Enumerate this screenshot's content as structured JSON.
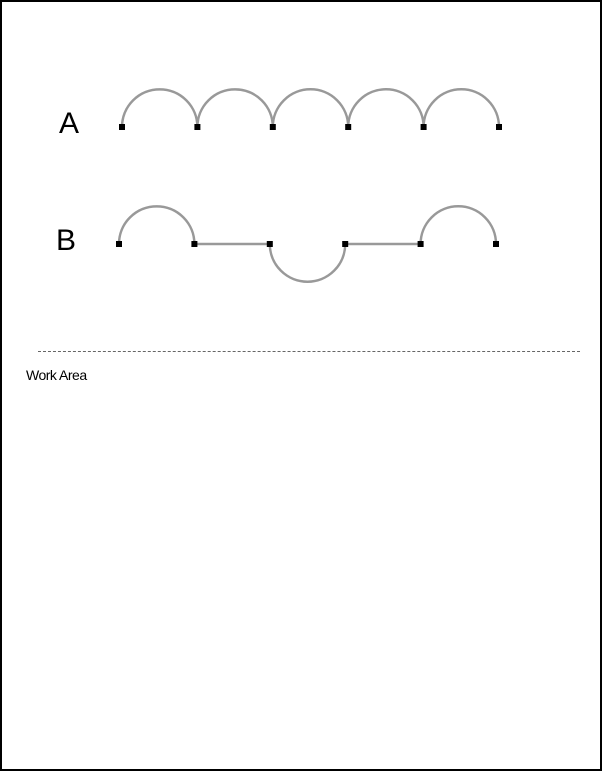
{
  "rows": {
    "a": {
      "label": "A",
      "segments": [
        "arc-up",
        "arc-up",
        "arc-up",
        "arc-up",
        "arc-up"
      ]
    },
    "b": {
      "label": "B",
      "segments": [
        "arc-up",
        "line",
        "arc-down",
        "line",
        "arc-up"
      ]
    }
  },
  "work_area": {
    "label": "Work Area"
  },
  "colors": {
    "stroke": "#999999",
    "node": "#000000",
    "divider": "#666666"
  }
}
